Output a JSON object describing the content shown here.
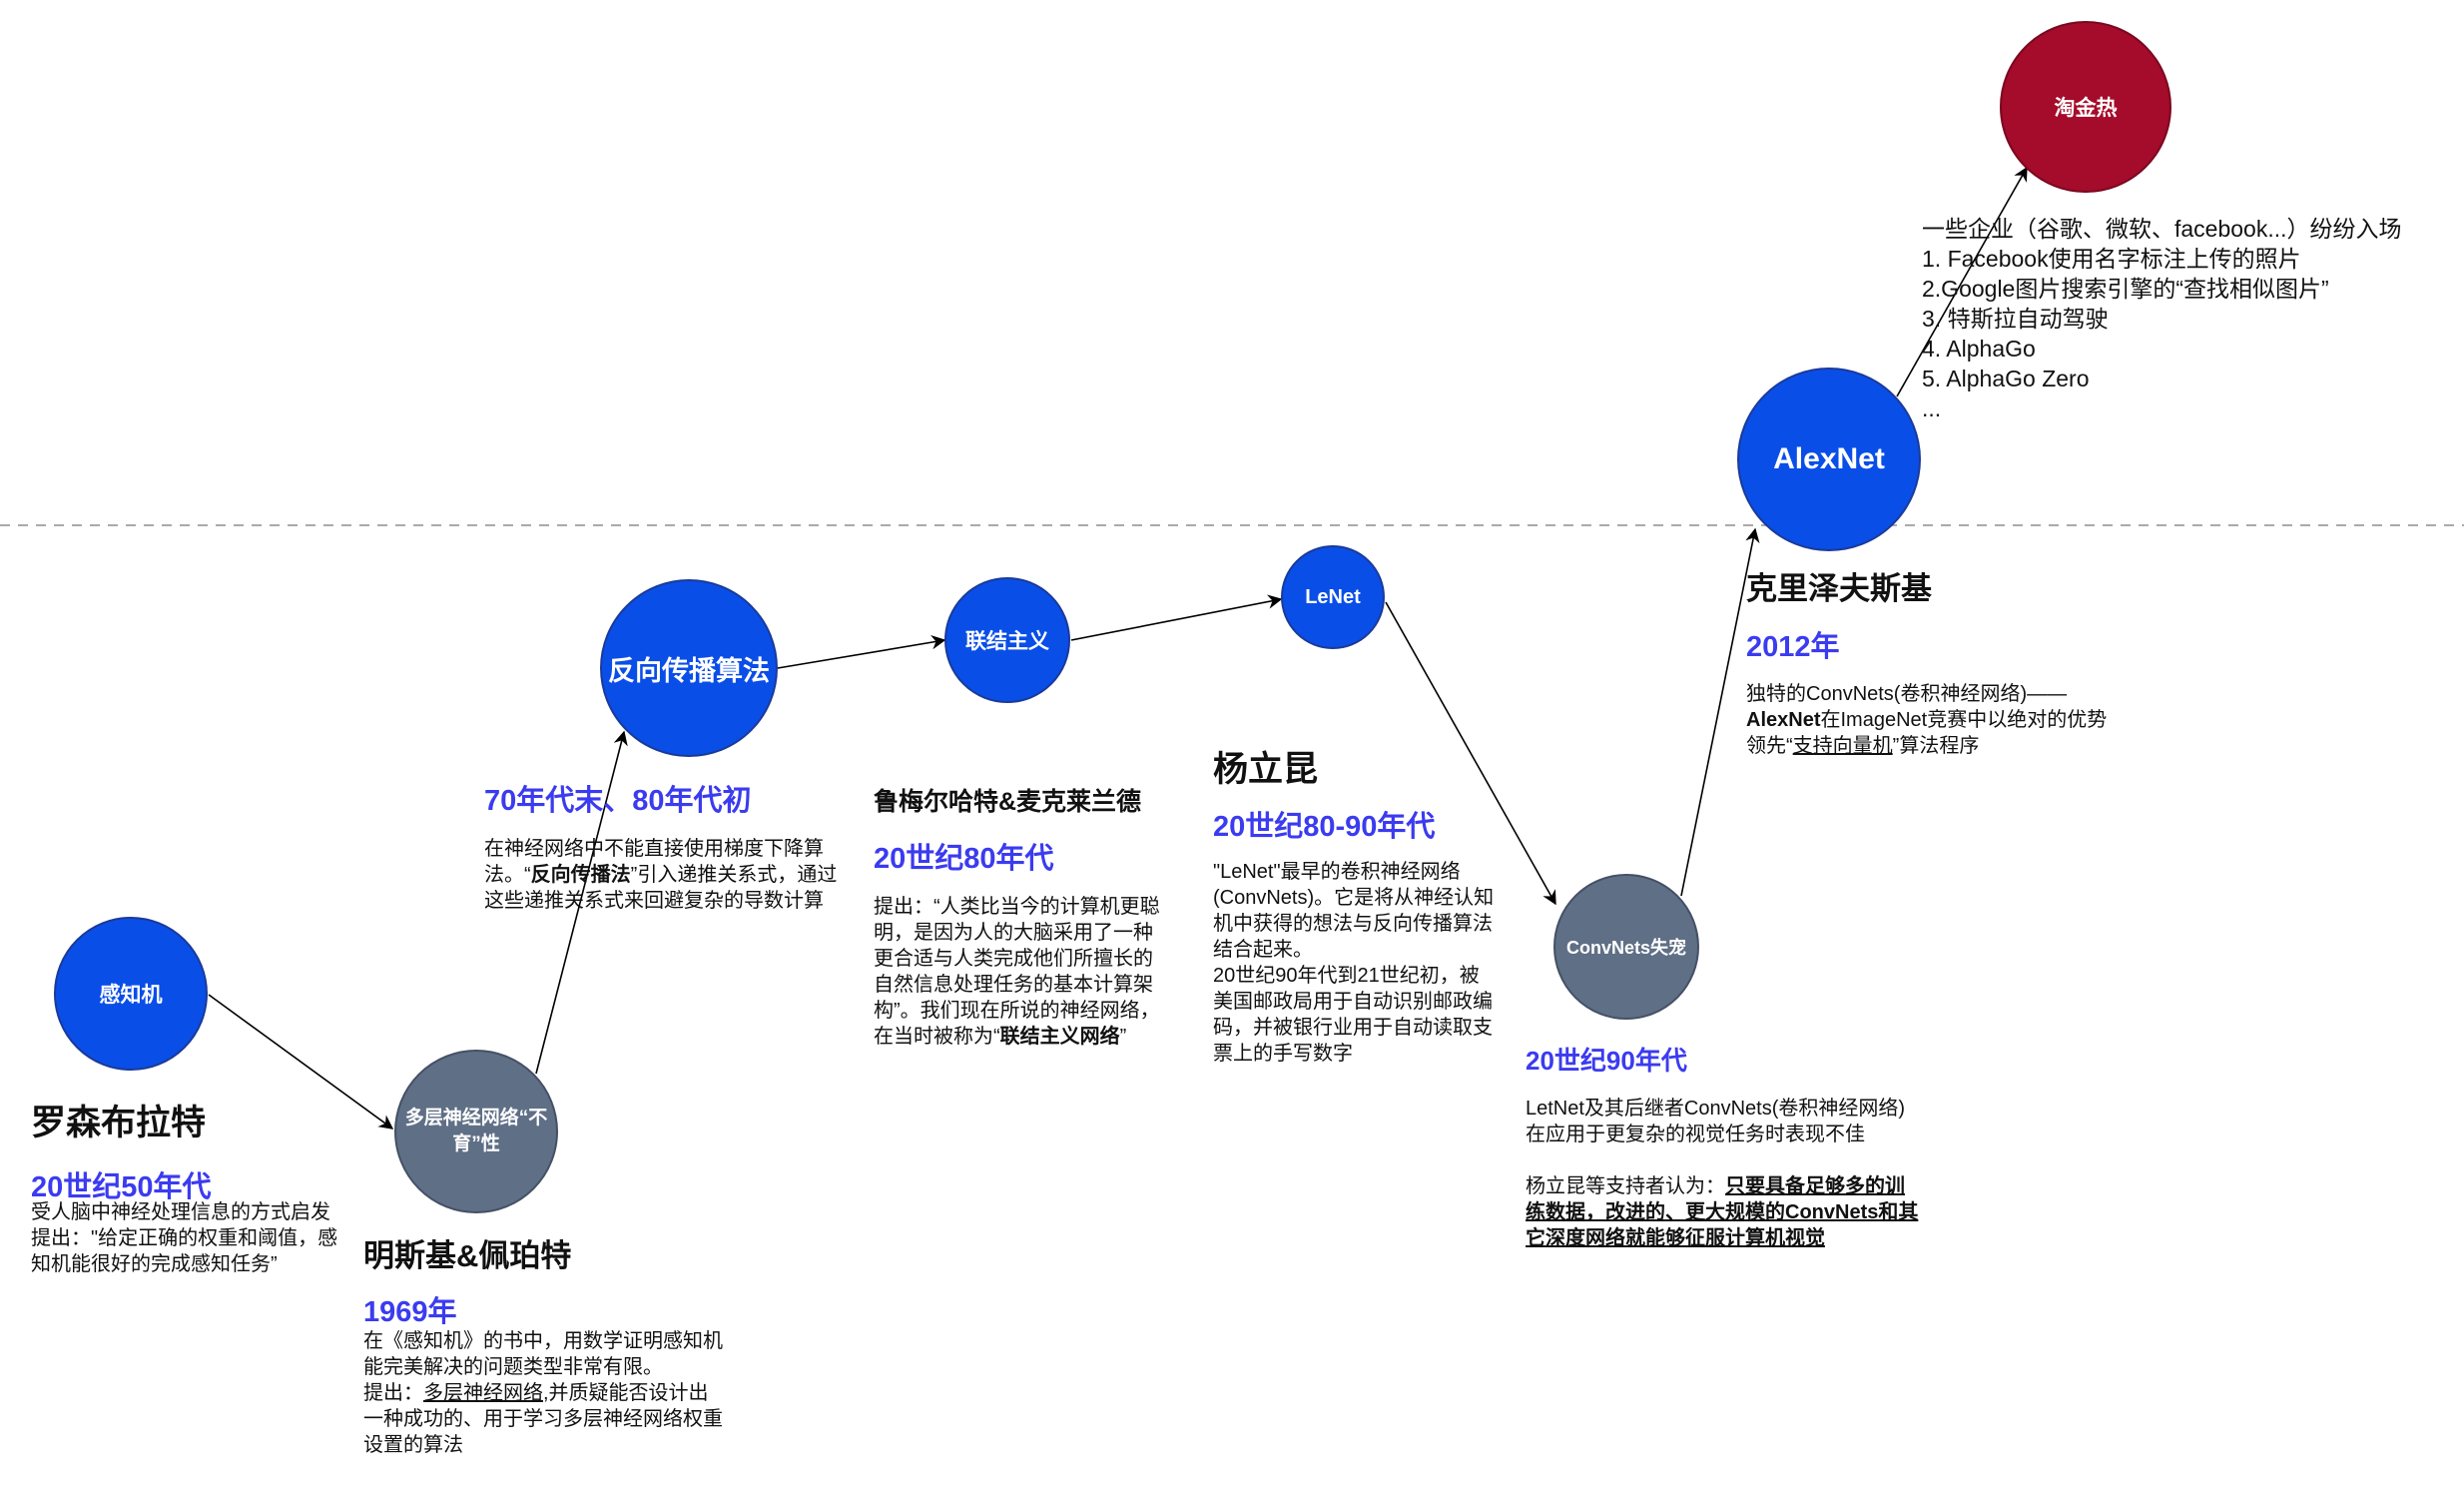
{
  "nodes": {
    "perceptron": "感知机",
    "multilayer": "多层神经网络“不育”性",
    "backprop": "反向传播算法",
    "connectionism": "联结主义",
    "lenet": "LeNet",
    "convnets_out": "ConvNets失宠",
    "alexnet": "AlexNet",
    "gold_rush": "淘金热"
  },
  "colors": {
    "node_blue": "#0a4ee8",
    "node_gray": "#5f6f86",
    "node_red": "#a50b2a",
    "era_text": "#3b3bf0"
  },
  "rosenblatt": {
    "name": "罗森布拉特",
    "era": "20世纪50年代",
    "lines": [
      "受人脑中神经处理信息的方式启发",
      "提出：\"给定正确的权重和阈值，感",
      "知机能很好的完成感知任务”"
    ]
  },
  "minsky": {
    "name": "明斯基&佩珀特",
    "era": "1969年",
    "text1": "在《感知机》的书中，用数学证明感知机能完美解决的问题类型非常有限。",
    "text2_prefix": "提出：",
    "text2_link": "多层神经网络",
    "text2_suffix": ",并质疑能否设计出一种成功的、用于学习多层神经网络权重设置的算法"
  },
  "backprop_era": {
    "era": "70年代末、80年代初",
    "t1": "在神经网络中不能直接使用梯度下降算法。“",
    "bold": "反向传播法",
    "t2": "”引入递推关系式，通过这些递推关系式来回避复杂的导数计算"
  },
  "rumelhart": {
    "name": "鲁梅尔哈特&麦克莱兰德",
    "era": "20世纪80年代",
    "t1": "提出：“人类比当今的计算机更聪明，是因为人的大脑采用了一种更合适与人类完成他们所擅长的自然信息处理任务的基本计算架构”。我们现在所说的神经网络，在当时被称为“",
    "bold": "联结主义网络",
    "t2": "”"
  },
  "lecun": {
    "name": "杨立昆",
    "era": "20世纪80-90年代",
    "t1": "\"LeNet\"最早的卷积神经网络(ConvNets)。它是将从神经认知机中获得的想法与反向传播算法结合起来。",
    "t2": "20世纪90年代到21世纪初，被美国邮政局用于自动识别邮政编码，并被银行业用于自动读取支票上的手写数字"
  },
  "convnets_decline": {
    "era": "20世纪90年代",
    "t1": "LetNet及其后继者ConvNets(卷积神经网络)在应用于更复杂的视觉任务时表现不佳",
    "t2_prefix": "杨立昆等支持者认为：",
    "t2_bold": "只要具备足够多的训练数据，改进的、更大规模的ConvNets和其它深度网络就能够征服计算机视觉"
  },
  "krizhevsky": {
    "name": "克里泽夫斯基",
    "era": "2012年",
    "t1": "独特的ConvNets(卷积神经网络)——",
    "bold": "AlexNet",
    "t2": "在ImageNet竞赛中以绝对的优势领先“",
    "link": "支持向量机",
    "t3": "”算法程序"
  },
  "gold_rush_list": [
    "一些企业（谷歌、微软、facebook...）纷纷入场",
    "1. Facebook使用名字标注上传的照片",
    "2.Google图片搜索引擎的“查找相似图片”",
    "3. 特斯拉自动驾驶",
    "4. AlphaGo",
    "5. AlphaGo Zero",
    "..."
  ]
}
